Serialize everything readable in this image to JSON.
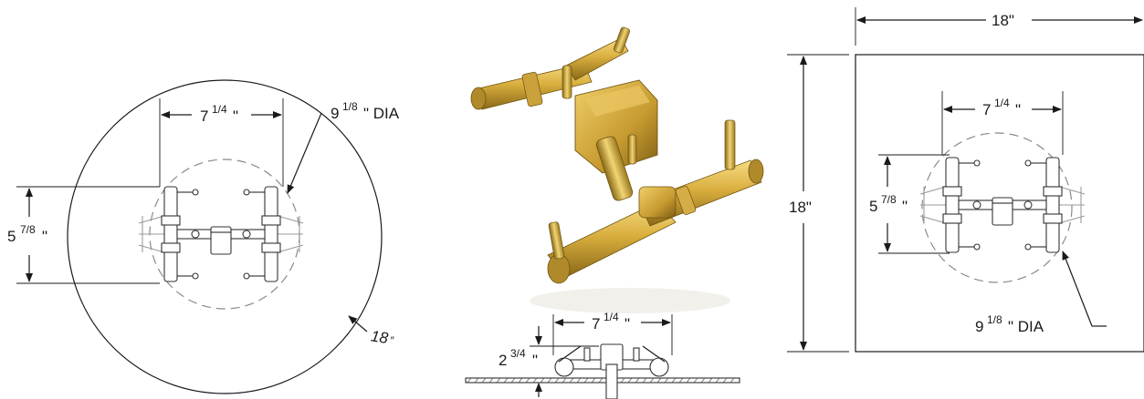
{
  "left_view": {
    "width_dim": "7",
    "width_frac": "1/4",
    "width_unit": "\"",
    "dia_dim": "9",
    "dia_frac": "1/8",
    "dia_unit": "\" DIA",
    "height_dim": "5",
    "height_frac": "7/8",
    "height_unit": "\"",
    "pan_dim": "18",
    "pan_unit": "″"
  },
  "center_view": {
    "photo_subject": "brass burner valve assembly",
    "width_dim": "7",
    "width_frac": "1/4",
    "width_unit": "\"",
    "height_dim": "2",
    "height_frac": "3/4",
    "height_unit": "\""
  },
  "right_view": {
    "top_dim": "18\"",
    "side_dim": "18\"",
    "width_dim": "7",
    "width_frac": "1/4",
    "width_unit": "\"",
    "height_dim": "5",
    "height_frac": "7/8",
    "height_unit": "\"",
    "dia_dim": "9",
    "dia_frac": "1/8",
    "dia_unit": "\" DIA"
  },
  "colors": {
    "brass_light": "#e8c45a",
    "brass_mid": "#c9a030",
    "brass_dark": "#8a6a18",
    "line": "#1a1a1a",
    "dashed_circle": "#8a8a8a"
  }
}
